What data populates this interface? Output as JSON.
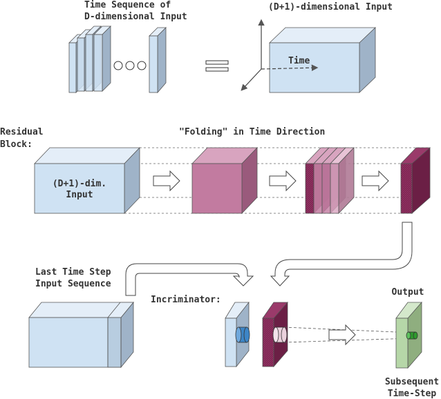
{
  "labels": {
    "time_sequence_line1": "Time Sequence of",
    "time_sequence_line2": "D-dimensional Input",
    "d_plus_one_input": "(D+1)-dimensional Input",
    "time_axis": "Time",
    "residual_line1": "Residual",
    "residual_line2": "Block:",
    "folding": "\"Folding\" in Time Direction",
    "block_input_line1": "(D+1)-dim.",
    "block_input_line2": "Input",
    "last_step_line1": "Last Time Step",
    "last_step_line2": "Input Sequence",
    "incriminator": "Incriminator:",
    "output": "Output",
    "subsequent_line1": "Subsequent",
    "subsequent_line2": "Time-Step"
  },
  "colors": {
    "input_blue_front": "#cfe2f3",
    "input_blue_side": "#9fb3c8",
    "input_blue_top": "#e4eef8",
    "folded_pink_front": "#c27ba0",
    "folded_pink_side": "#9a5a7c",
    "folded_pink_top": "#d8a4bf",
    "dark_maroon": "#7b2350",
    "output_green_front": "#b6d7a8",
    "output_green_side": "#8fae7f",
    "kernel_blue": "#3d85c6",
    "kernel_pink": "#ead1dc",
    "kernel_green": "#2e9a2e",
    "text": "#333333"
  },
  "icons": [
    "ellipsis-dots",
    "equals-sign",
    "axes-3d",
    "right-arrow",
    "curved-arrow"
  ]
}
